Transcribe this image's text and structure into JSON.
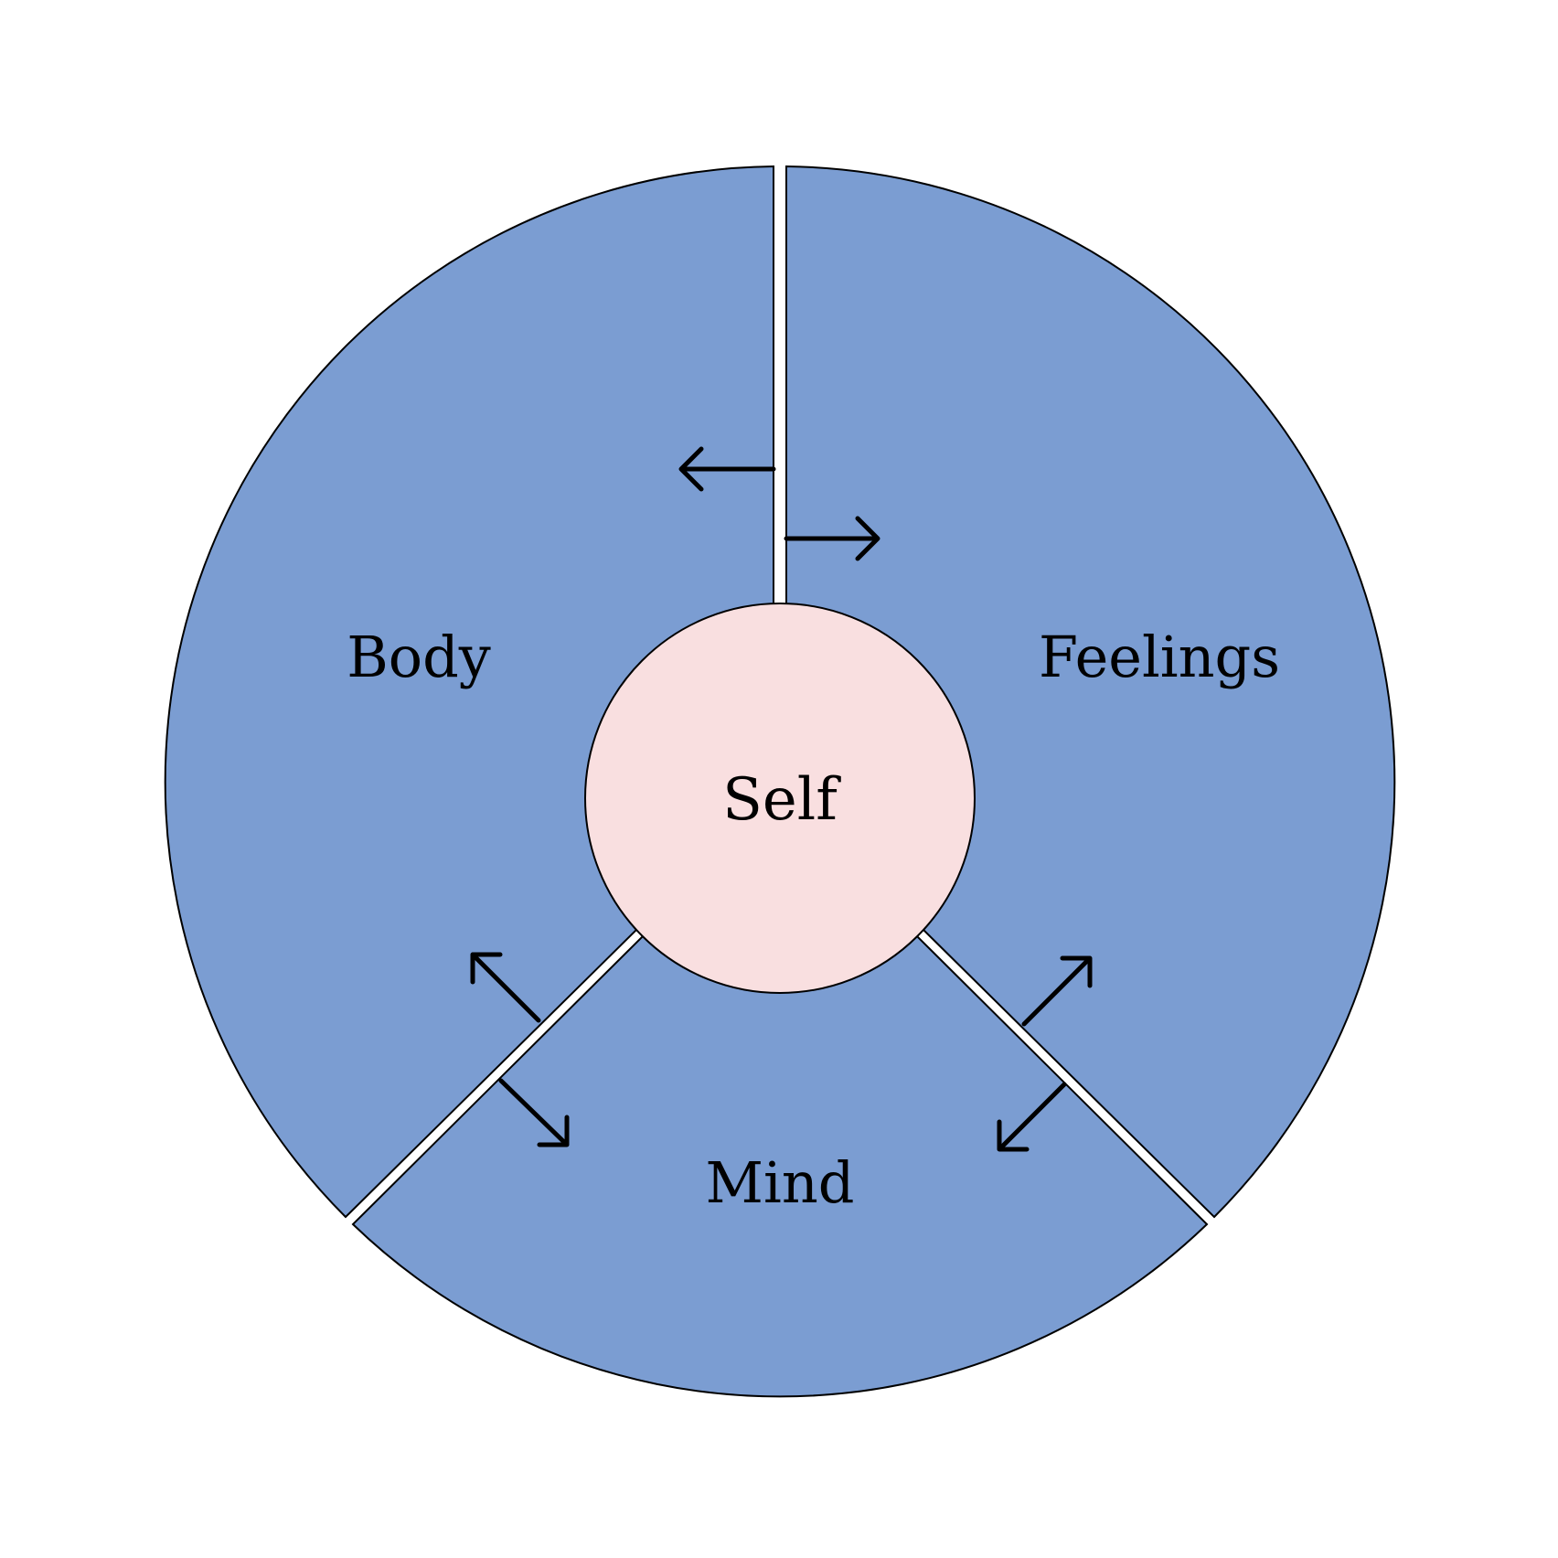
{
  "diagram": {
    "segments": [
      {
        "id": "body",
        "label": "Body"
      },
      {
        "id": "feelings",
        "label": "Feelings"
      },
      {
        "id": "mind",
        "label": "Mind"
      }
    ],
    "center": {
      "label": "Self"
    }
  },
  "colors": {
    "background": "#ffffff",
    "segment_fill": "#7b9dd2",
    "center_fill": "#f9dfe0",
    "outline": "#000000",
    "separator": "#ffffff"
  },
  "arrows": [
    {
      "between": [
        "feelings",
        "body"
      ],
      "direction": "toward-body"
    },
    {
      "between": [
        "body",
        "feelings"
      ],
      "direction": "toward-feelings"
    },
    {
      "between": [
        "mind",
        "body"
      ],
      "direction": "toward-body"
    },
    {
      "between": [
        "body",
        "mind"
      ],
      "direction": "toward-mind"
    },
    {
      "between": [
        "mind",
        "feelings"
      ],
      "direction": "toward-feelings"
    },
    {
      "between": [
        "feelings",
        "mind"
      ],
      "direction": "toward-mind"
    }
  ]
}
